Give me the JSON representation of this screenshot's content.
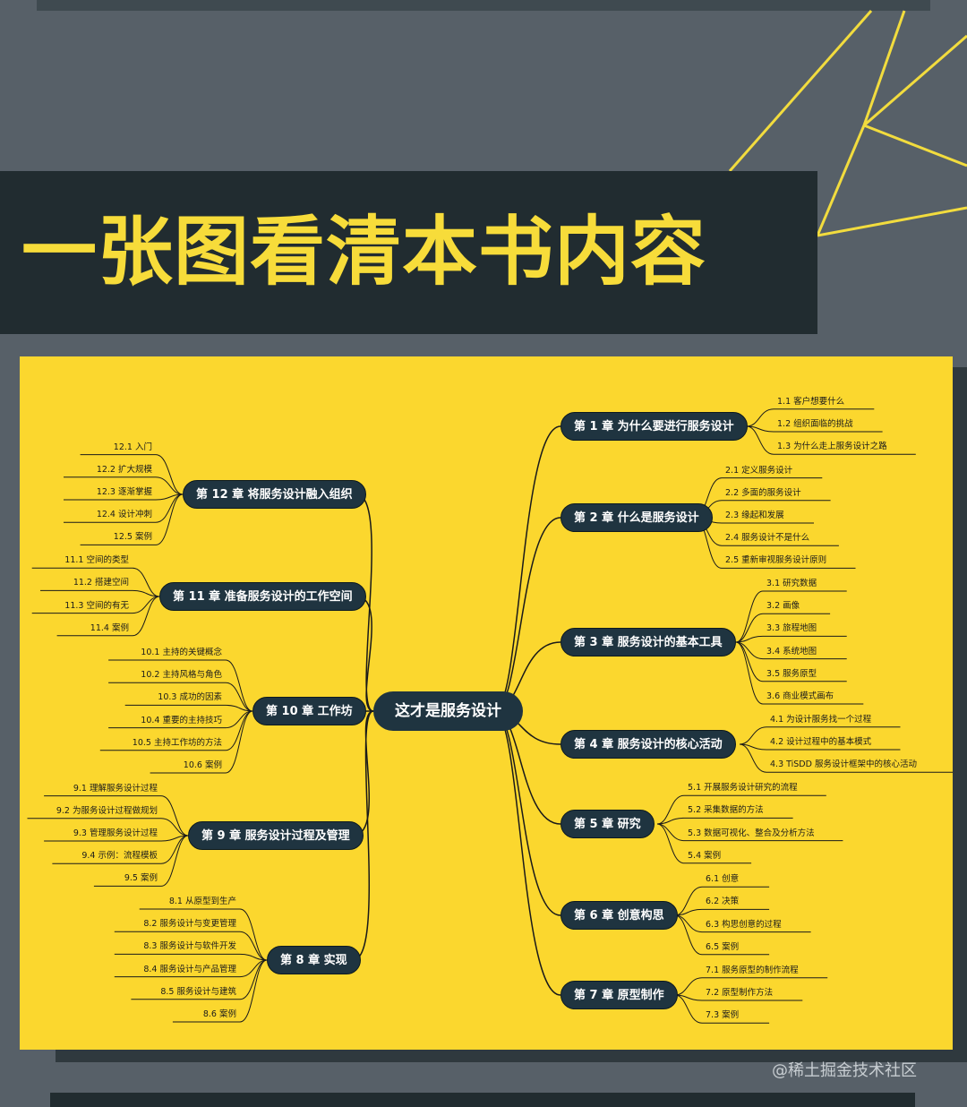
{
  "title": "一张图看清本书内容",
  "watermark": "@稀土掘金技术社区",
  "colors": {
    "background": "#576068",
    "band": "#212c30",
    "accent": "#f7dc3a",
    "map": "#fbd72e",
    "node": "#1f3440"
  },
  "center": "这才是服务设计",
  "right": [
    {
      "label": "第 1 章 为什么要进行服务设计",
      "subs": [
        "1.1  客户想要什么",
        "1.2  组织面临的挑战",
        "1.3  为什么走上服务设计之路"
      ]
    },
    {
      "label": "第 2 章 什么是服务设计",
      "subs": [
        "2.1  定义服务设计",
        "2.2  多面的服务设计",
        "2.3  缘起和发展",
        "2.4  服务设计不是什么",
        "2.5  重新审视服务设计原则"
      ]
    },
    {
      "label": "第 3 章 服务设计的基本工具",
      "subs": [
        "3.1  研究数据",
        "3.2  画像",
        "3.3  旅程地图",
        "3.4  系统地图",
        "3.5  服务原型",
        "3.6  商业模式画布"
      ]
    },
    {
      "label": "第 4 章  服务设计的核心活动",
      "subs": [
        "4.1  为设计服务找一个过程",
        "4.2  设计过程中的基本模式",
        "4.3  TiSDD 服务设计框架中的核心活动"
      ]
    },
    {
      "label": "第 5 章  研究",
      "subs": [
        "5.1  开展服务设计研究的流程",
        "5.2  采集数据的方法",
        "5.3  数据可视化、整合及分析方法",
        "5.4  案例"
      ]
    },
    {
      "label": "第 6 章 创意构思",
      "subs": [
        "6.1  创意",
        "6.2  决策",
        "6.3  构思创意的过程",
        "6.5  案例"
      ]
    },
    {
      "label": "第 7 章 原型制作",
      "subs": [
        "7.1  服务原型的制作流程",
        "7.2  原型制作方法",
        "7.3  案例"
      ]
    }
  ],
  "left": [
    {
      "label": "第 12 章 将服务设计融入组织",
      "subs": [
        "12.1  入门",
        "12.2  扩大规模",
        "12.3  逐渐掌握",
        "12.4  设计冲刺",
        "12.5  案例"
      ]
    },
    {
      "label": "第 11 章 准备服务设计的工作空间",
      "subs": [
        "11.1  空间的类型",
        "11.2  搭建空间",
        "11.3  空间的有无",
        "11.4  案例"
      ]
    },
    {
      "label": "第 10 章 工作坊",
      "subs": [
        "10.1  主持的关键概念",
        "10.2  主持风格与角色",
        "10.3  成功的因素",
        "10.4  重要的主持技巧",
        "10.5  主持工作坊的方法",
        "10.6  案例"
      ]
    },
    {
      "label": "第 9 章 服务设计过程及管理",
      "subs": [
        "9.1  理解服务设计过程",
        "9.2  为服务设计过程做规划",
        "9.3  管理服务设计过程",
        "9.4  示例：流程模板",
        "9.5  案例"
      ]
    },
    {
      "label": "第 8 章 实现",
      "subs": [
        "8.1  从原型到生产",
        "8.2  服务设计与变更管理",
        "8.3  服务设计与软件开发",
        "8.4  服务设计与产品管理",
        "8.5  服务设计与建筑",
        "8.6  案例"
      ]
    }
  ]
}
